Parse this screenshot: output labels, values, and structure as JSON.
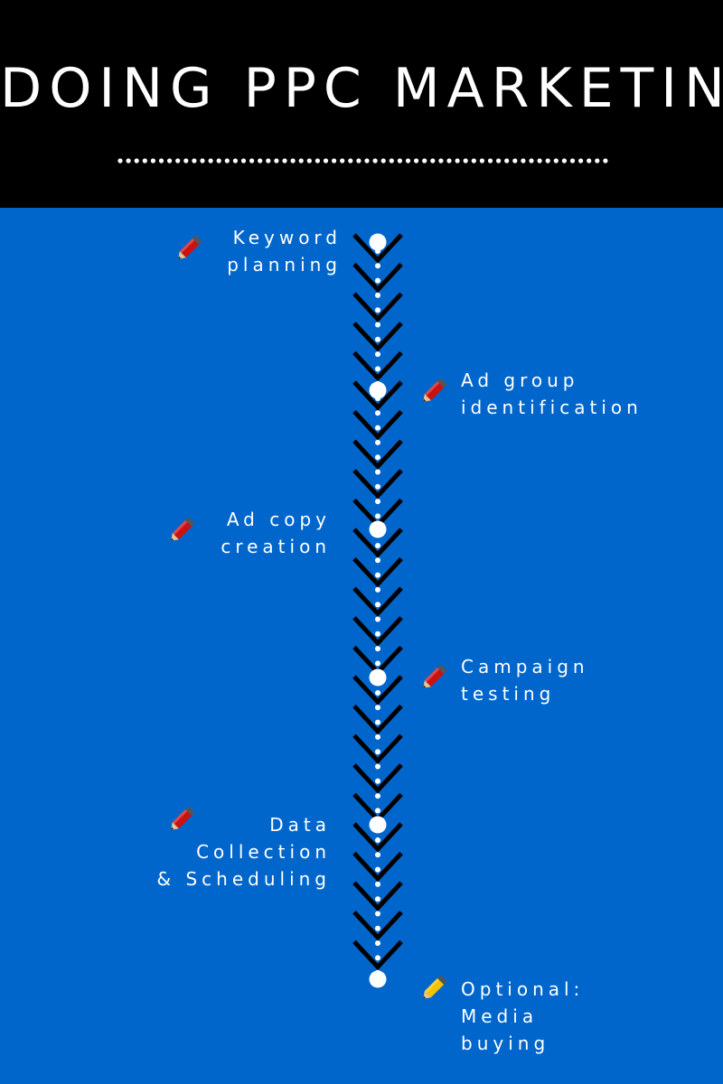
{
  "title": "DOING PPC MARKETING",
  "colors": {
    "header_bg": "#000000",
    "body_bg": "#0066cc",
    "chevron": "#000000",
    "dots": "#ffffff",
    "pencil_red": "#cc1111",
    "pencil_yellow": "#f2c200"
  },
  "steps": [
    {
      "label": "Keyword\nplanning",
      "side": "left",
      "icon": "pencil-icon"
    },
    {
      "label": "Ad group\nidentification",
      "side": "right",
      "icon": "pencil-icon"
    },
    {
      "label": "Ad copy\ncreation",
      "side": "left",
      "icon": "pencil-icon"
    },
    {
      "label": "Campaign\ntesting",
      "side": "right",
      "icon": "pencil-icon"
    },
    {
      "label": "Data\nCollection\n& Scheduling",
      "side": "left",
      "icon": "pencil-icon"
    },
    {
      "label": "Optional:\nMedia\nbuying",
      "side": "right",
      "icon": "pencil-icon",
      "icon_color": "yellow"
    }
  ]
}
